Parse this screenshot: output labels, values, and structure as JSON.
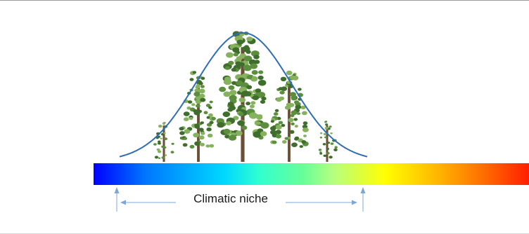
{
  "label": {
    "text": "Climatic niche"
  },
  "colors": {
    "curve": "#2f6db4",
    "arrows": "#7ea7d8",
    "trunk": "#6b4e35",
    "foliage_dark": "#3f6e2c",
    "foliage_mid": "#5b8f3d",
    "foliage_light": "#86b15e",
    "gradient": [
      "#0000ff",
      "#0077ff",
      "#00d8ff",
      "#30ffd0",
      "#66ff99",
      "#b4ff80",
      "#ffff00",
      "#ffb000",
      "#ff6a00",
      "#ff1e00"
    ]
  },
  "trees": [
    {
      "name": "far-left",
      "relative_size": "small"
    },
    {
      "name": "left",
      "relative_size": "medium"
    },
    {
      "name": "center",
      "relative_size": "large"
    },
    {
      "name": "right",
      "relative_size": "medium"
    },
    {
      "name": "far-right",
      "relative_size": "small"
    }
  ]
}
